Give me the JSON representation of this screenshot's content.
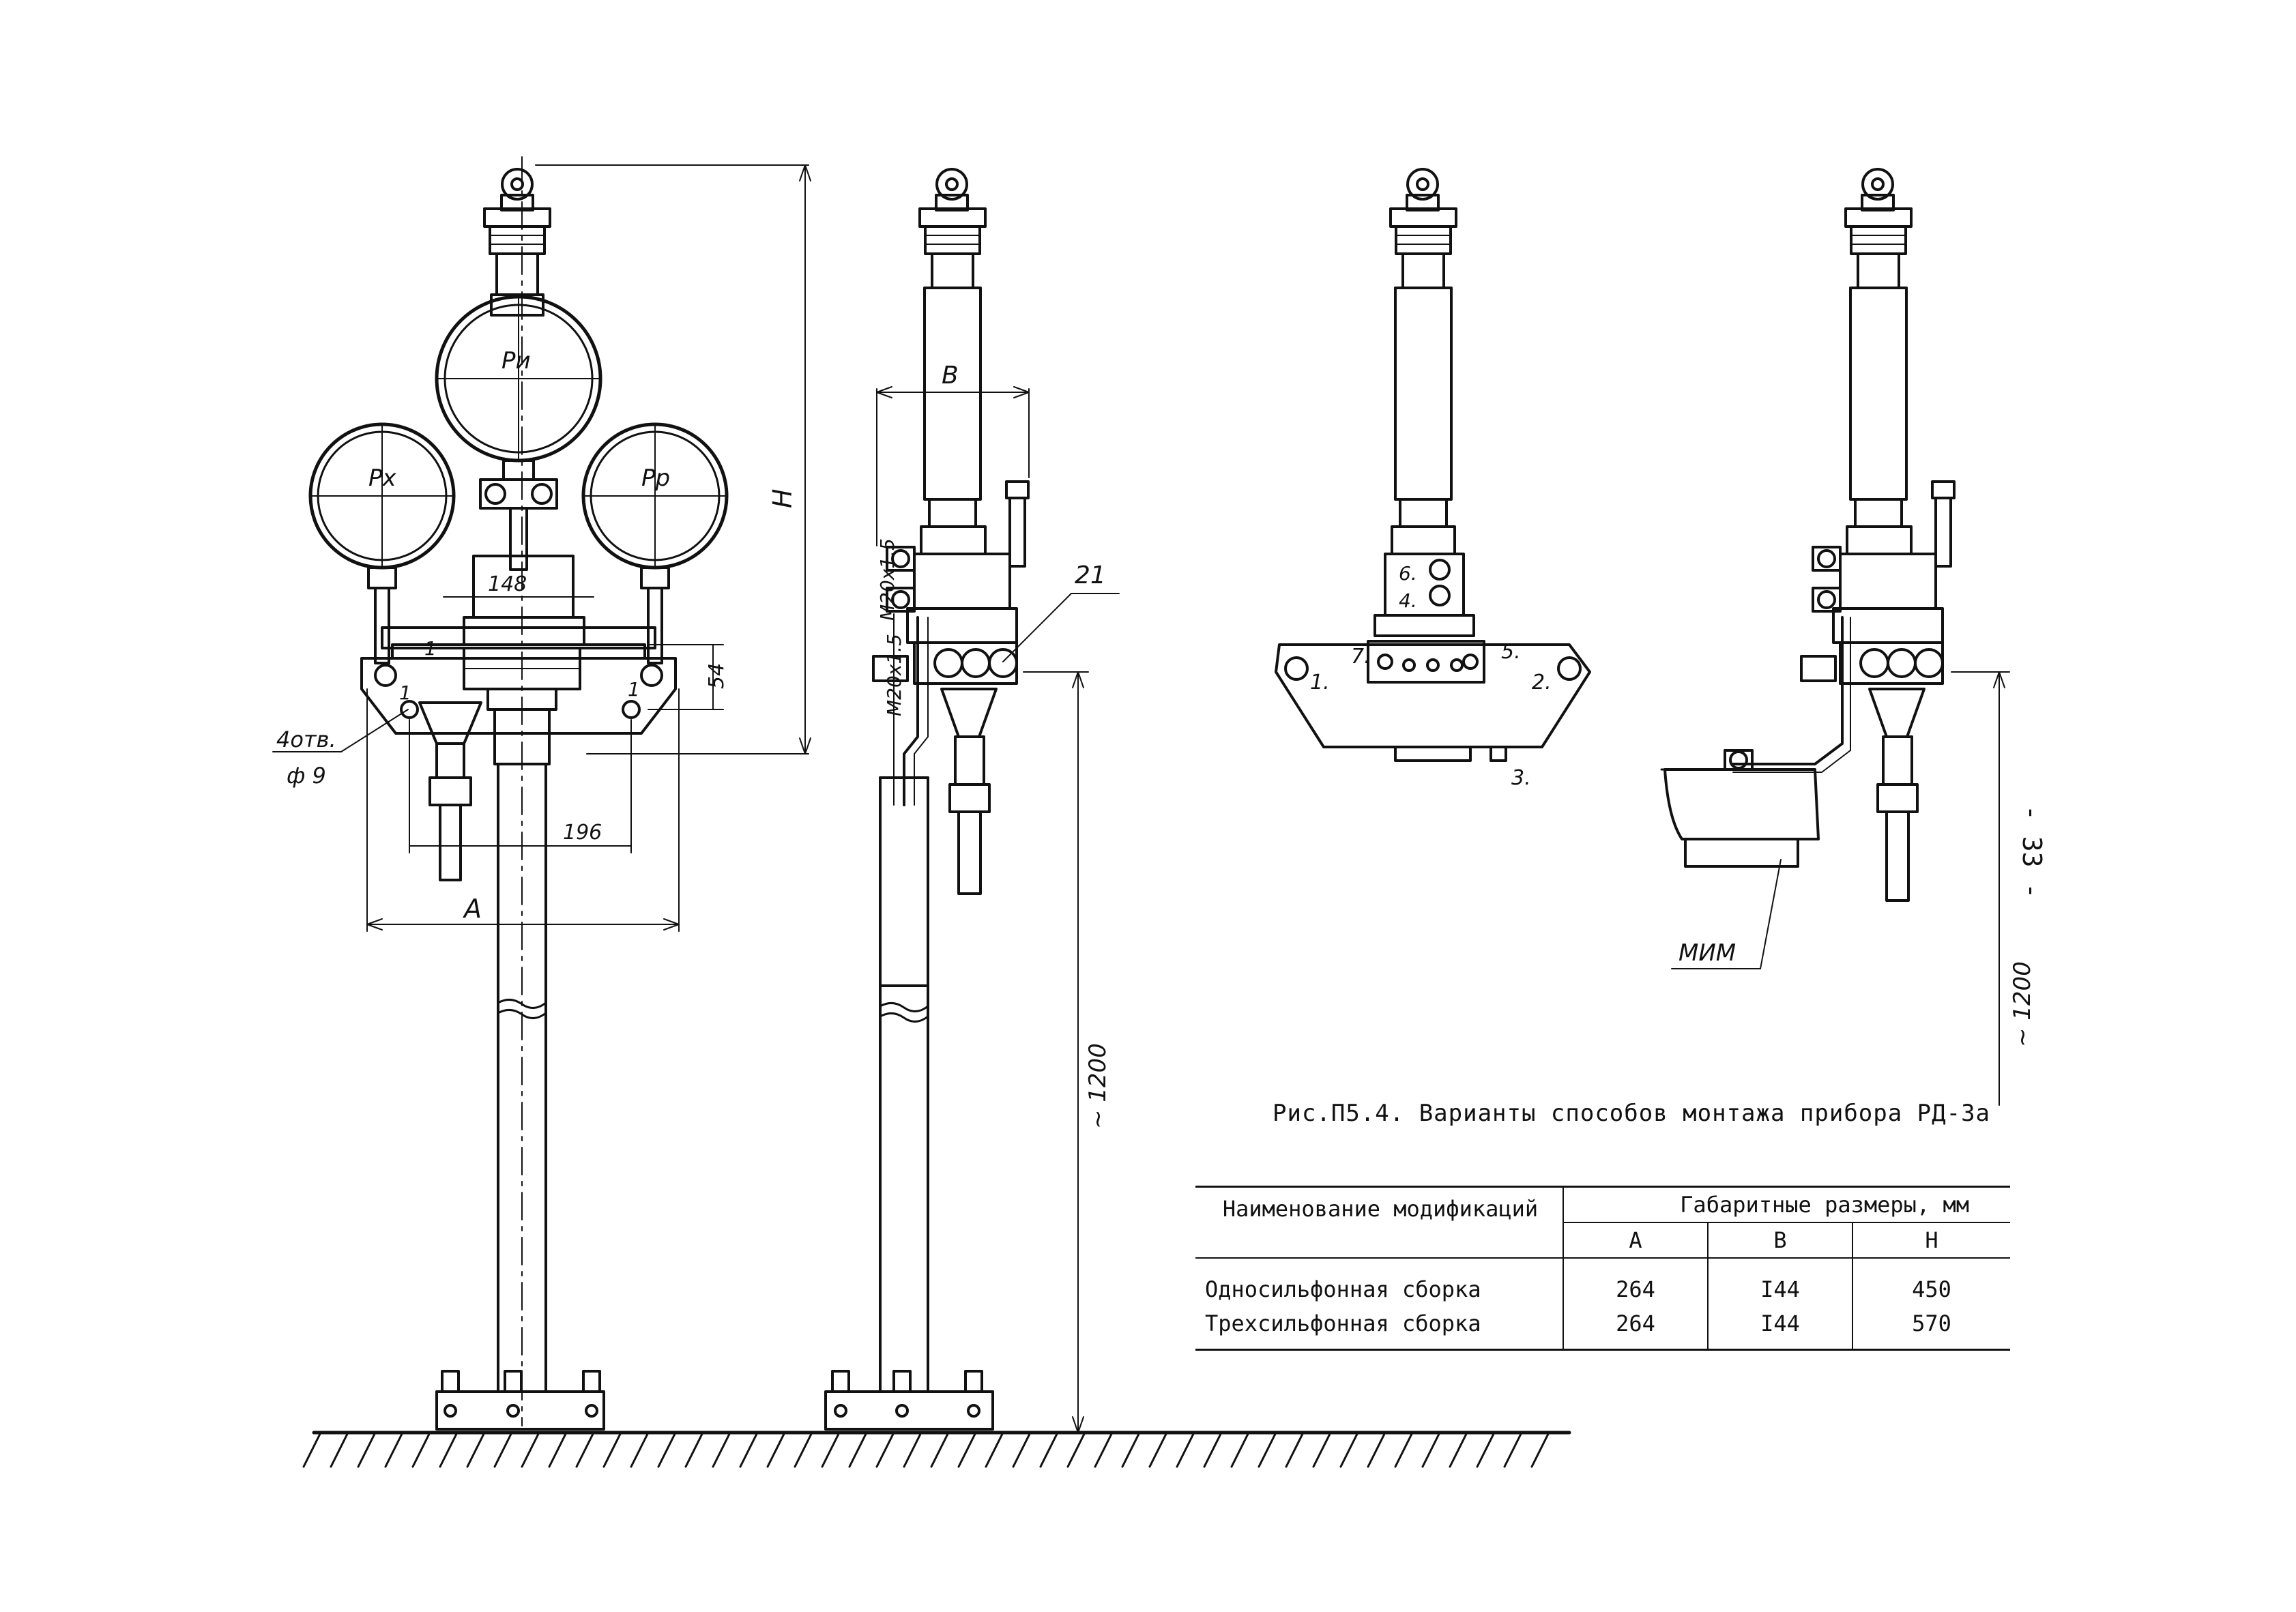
{
  "labels": {
    "p_i": "Pи",
    "p_x": "Pх",
    "p_r": "Pр",
    "dim_H": "H",
    "dim_B": "B",
    "dim_A": "A",
    "dim_148": "148",
    "dim_54": "54",
    "dim_196": "196",
    "holes": "4отв.",
    "holes_dia": "ф 9",
    "thread_1": "М20х1.5",
    "thread_2": "М20х1.5",
    "part_21": "21",
    "height_1200": "~ 1200",
    "height_1200_right": "~ 1200",
    "mim": "МИМ",
    "n1": "1",
    "n1b": "1",
    "n1c": "1",
    "n1d": "1.",
    "n2": "2.",
    "n3": "3.",
    "n4": "4.",
    "n5": "5.",
    "n6": "6.",
    "n7": "7."
  },
  "caption": "Рис.П5.4. Варианты способов монтажа прибора РД-3а",
  "page_number": "- 33 -",
  "table": {
    "col_name": "Наименование модификаций",
    "col_group": "Габаритные размеры, мм",
    "sub_a": "A",
    "sub_b": "B",
    "sub_h": "H",
    "rows": [
      {
        "name": "Односильфонная сборка",
        "a": "264",
        "b": "I44",
        "h": "450"
      },
      {
        "name": "Трехсильфонная сборка",
        "a": "264",
        "b": "I44",
        "h": "570"
      }
    ]
  }
}
